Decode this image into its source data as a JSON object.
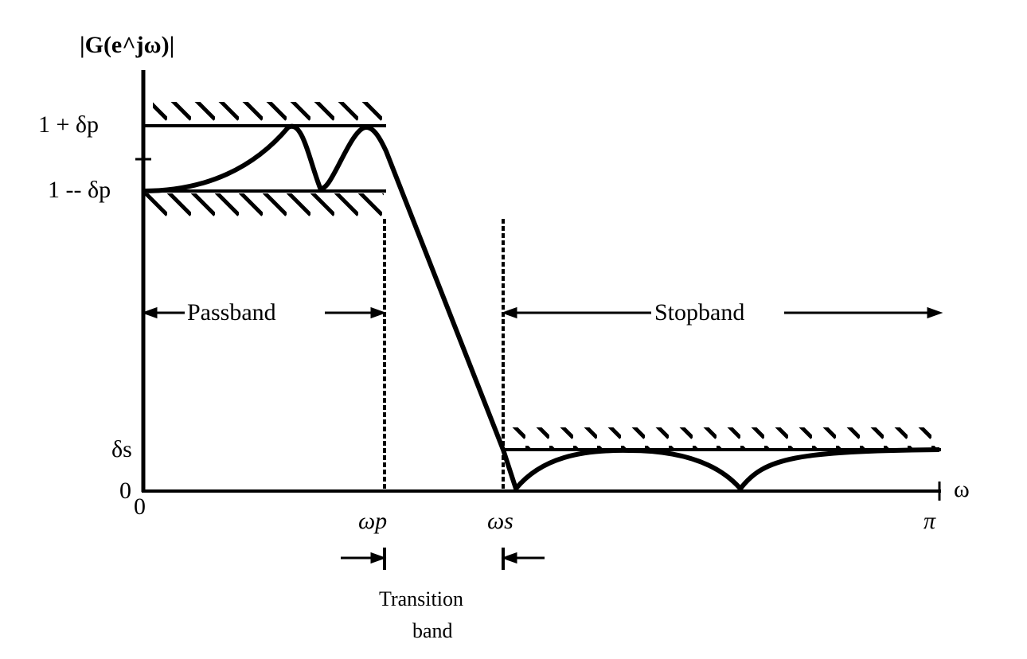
{
  "diagram": {
    "title": "Lowpass filter magnitude response specification",
    "y_axis_label": "|G(e^jω)|",
    "x_axis_symbol": "ω",
    "y_ticks": {
      "upper_passband": "1 + δp",
      "lower_passband": "1 -- δp",
      "stopband": "δs",
      "zero": "0"
    },
    "x_ticks": {
      "origin": "0",
      "passband_edge": "ωp",
      "stopband_edge": "ωs",
      "end": "π"
    },
    "regions": {
      "passband": "Passband",
      "stopband": "Stopband",
      "transition_line1": "Transition",
      "transition_line2": "band"
    },
    "color": "#000000"
  }
}
